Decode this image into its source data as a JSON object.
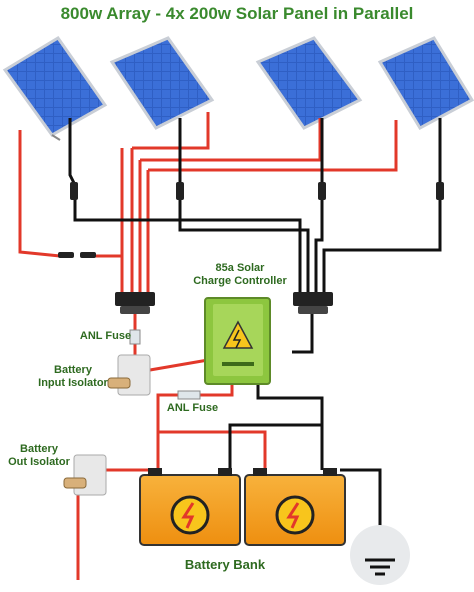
{
  "title": "800w Array - 4x 200w Solar Panel in Parallel",
  "labels": {
    "controller_line1": "85a Solar",
    "controller_line2": "Charge Controller",
    "anl_fuse_top": "ANL Fuse",
    "anl_fuse_bottom": "ANL Fuse",
    "battery_input_line1": "Battery",
    "battery_input_line2": "Input Isolator",
    "battery_out_line1": "Battery",
    "battery_out_line2": "Out Isolator",
    "battery_bank": "Battery Bank"
  },
  "colors": {
    "title": "#3a8a2e",
    "label": "#2e6a20",
    "wire_pos": "#e2382a",
    "wire_neg": "#111111",
    "panel": "#2f5fc4",
    "battery": "#f6a020",
    "controller": "#8dc63f",
    "warning": "#f8c51c"
  },
  "icons": [
    "solar-panel-icon",
    "lightning-icon",
    "ground-icon",
    "isolator-switch-icon",
    "fuse-icon",
    "connector-icon"
  ]
}
